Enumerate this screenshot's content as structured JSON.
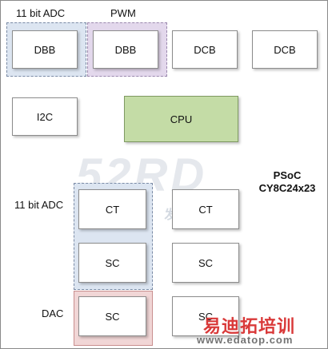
{
  "labels": {
    "adc_top": "11 bit ADC",
    "pwm": "PWM",
    "adc_left": "11 bit ADC",
    "dac": "DAC"
  },
  "blocks": {
    "row1": [
      "DBB",
      "DBB",
      "DCB",
      "DCB"
    ],
    "i2c": "I2C",
    "cpu": "CPU",
    "left_col": [
      "CT",
      "SC",
      "SC"
    ],
    "right_col": [
      "CT",
      "SC",
      "SC"
    ]
  },
  "chip": {
    "line1": "PSoC",
    "line2": "CY8C24x23"
  },
  "watermarks": {
    "big": "52RD",
    "big_sub": "我 爱 研 发 网",
    "bottom_cn": "易迪拓培训",
    "bottom_url": "www.edatop.com"
  },
  "colors": {
    "adc_group": "#dce5f1",
    "pwm_group": "#e3d8ec",
    "dac_group": "#f1d6d6",
    "cpu_fill": "#c4dca6",
    "dac_border": "#c98f8f"
  }
}
